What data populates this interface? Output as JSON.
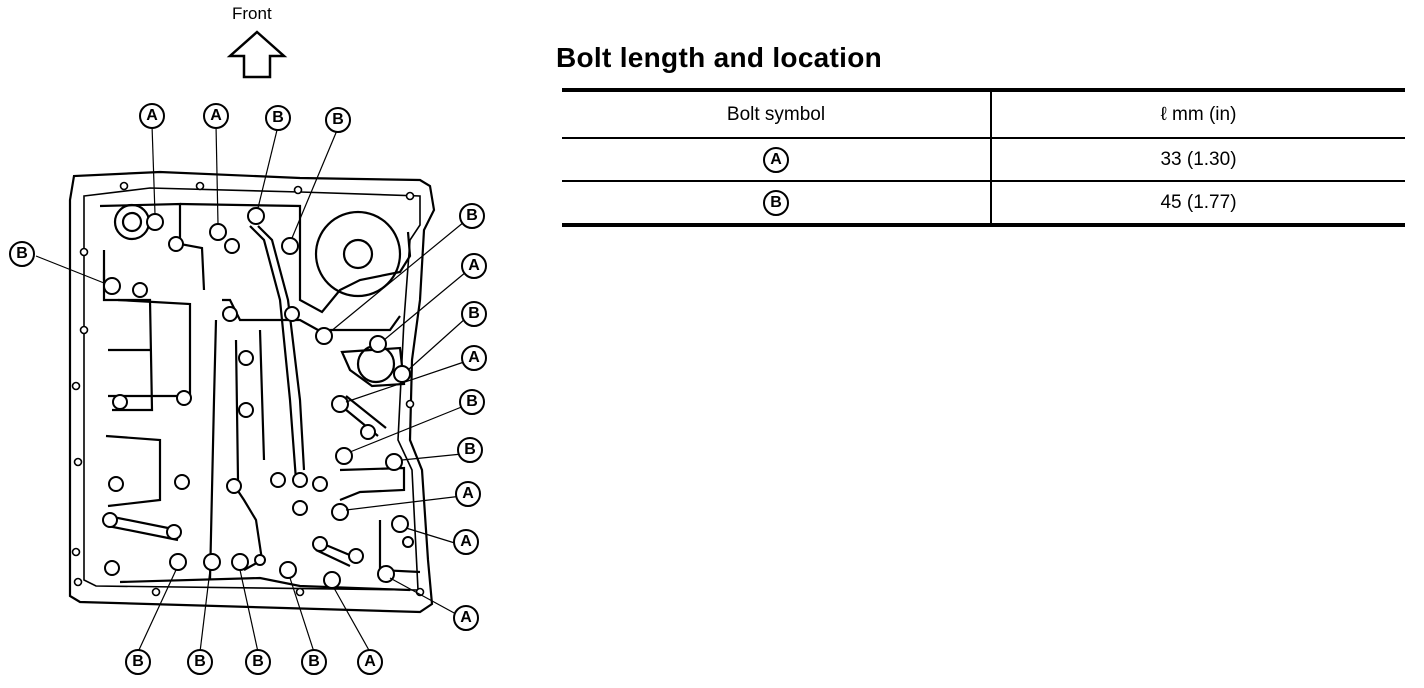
{
  "diagram": {
    "front_label": "Front",
    "callouts": [
      "A",
      "A",
      "B",
      "B",
      "B",
      "B",
      "A",
      "B",
      "A",
      "B",
      "B",
      "A",
      "A",
      "A",
      "B",
      "B",
      "B",
      "B",
      "A"
    ]
  },
  "table": {
    "title": "Bolt length and location",
    "headers": [
      "Bolt symbol",
      "ℓ mm (in)"
    ],
    "rows": [
      {
        "symbol": "A",
        "length": "33 (1.30)"
      },
      {
        "symbol": "B",
        "length": "45 (1.77)"
      }
    ]
  }
}
